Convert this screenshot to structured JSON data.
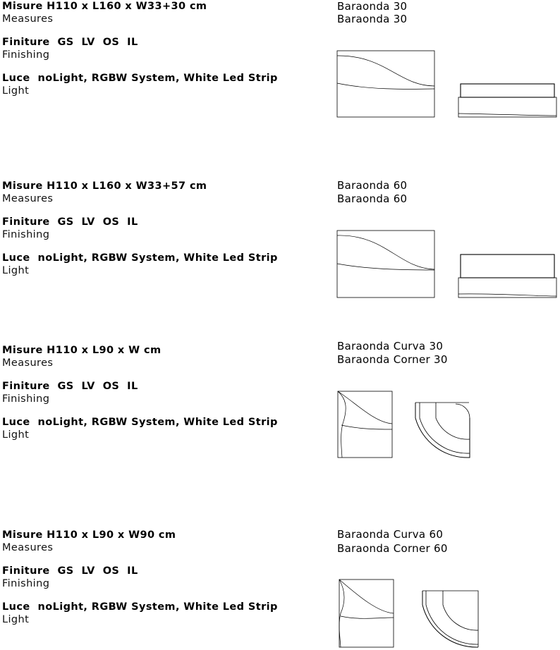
{
  "products": [
    {
      "measures": "Misure H110 x L160 x W33+30 cm",
      "measures_label": "Measures",
      "finishing": "Finiture  GS  LV  OS  IL",
      "finishing_label": "Finishing",
      "light": "Luce  noLight, RGBW System, White Led Strip",
      "light_label": "Light",
      "name": "Baraonda 30",
      "name_en": "Baraonda 30"
    },
    {
      "measures": "Misure H110 x L160 x W33+57 cm",
      "measures_label": "Measures",
      "finishing": "Finiture  GS  LV  OS  IL",
      "finishing_label": "Finishing",
      "light": "Luce  noLight, RGBW System, White Led Strip",
      "light_label": "Light",
      "name": "Baraonda 60",
      "name_en": "Baraonda 60"
    },
    {
      "measures": "Misure H110 x L90 x W cm",
      "measures_label": "Measures",
      "finishing": "Finiture  GS  LV  OS  IL",
      "finishing_label": "Finishing",
      "light": "Luce  noLight, RGBW System, White Led Strip",
      "light_label": "Light",
      "name": "Baraonda Curva 30",
      "name_en": "Baraonda Corner 30"
    },
    {
      "measures": "Misure H110 x L90 x W90 cm",
      "measures_label": "Measures",
      "finishing": "Finiture  GS  LV  OS  IL",
      "finishing_label": "Finishing",
      "light": "Luce  noLight, RGBW System, White Led Strip",
      "light_label": "Light",
      "name": "Baraonda Curva 60",
      "name_en": "Baraonda Corner 60"
    }
  ]
}
